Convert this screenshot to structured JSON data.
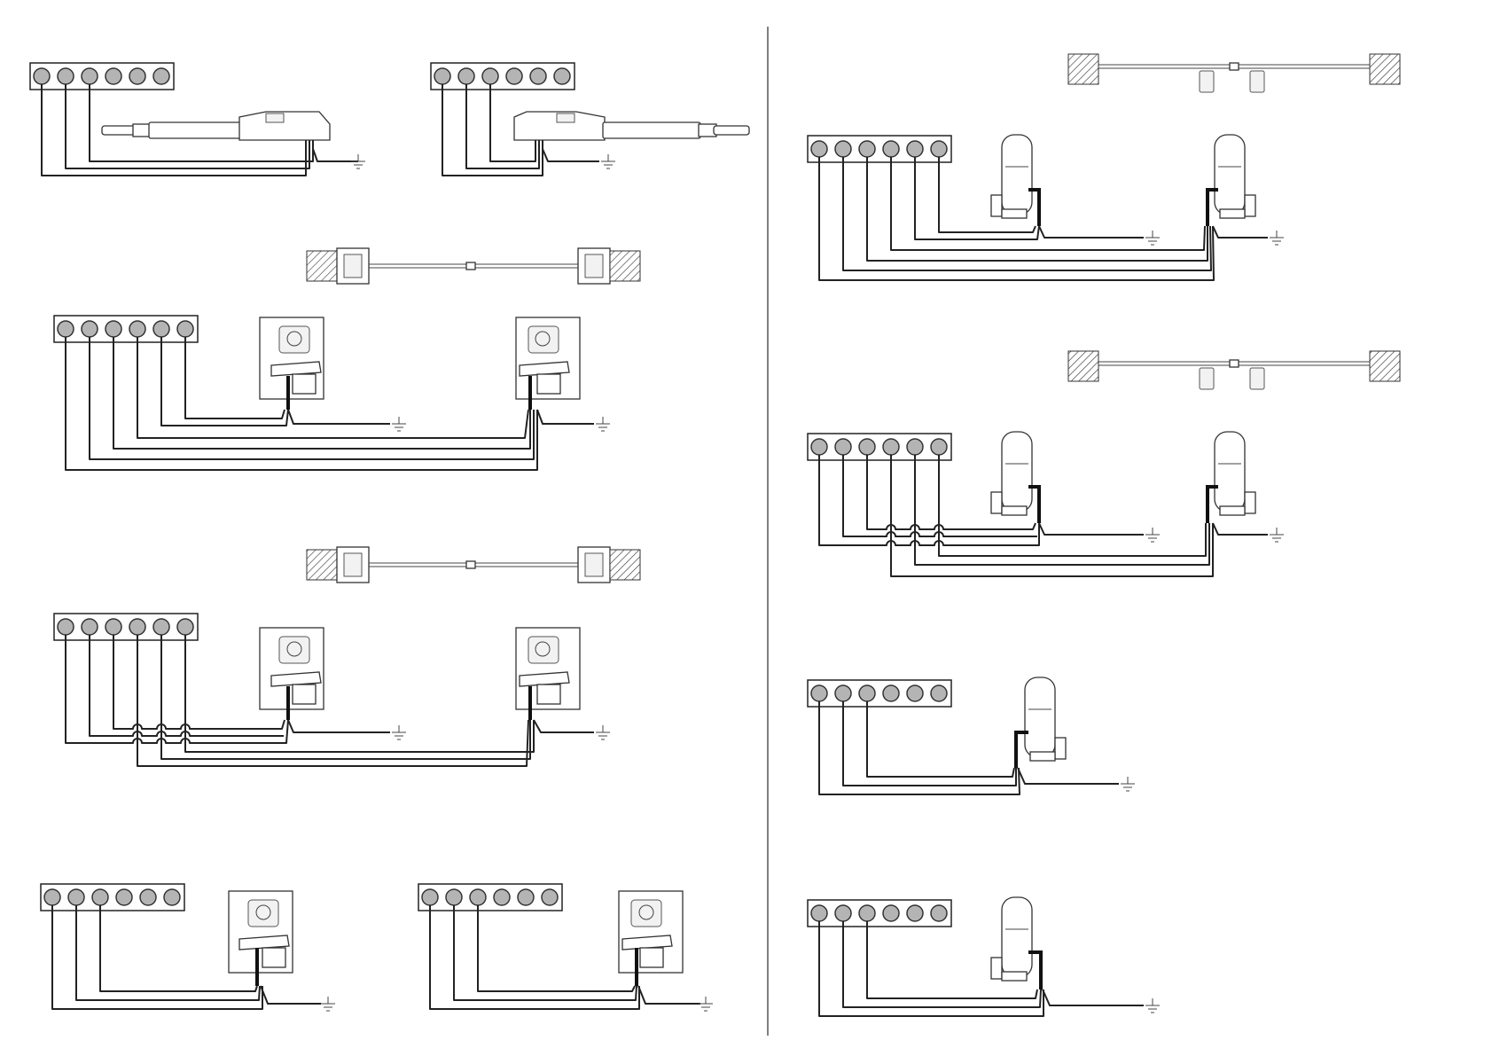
{
  "page": {
    "background": "#ffffff",
    "line_color": "#222222",
    "terminal_fill": "#b4b4b4",
    "has_center_divider": true
  },
  "legend_icons": [
    "ground-symbol-icon",
    "terminal-block-icon",
    "linear-actuator-icon",
    "underground-motor-icon",
    "articulated-arm-operator-icon",
    "gate-pillar-icon"
  ],
  "diagrams": [
    {
      "id": "a",
      "column": "left",
      "terminals": 6,
      "motors": 1,
      "motor_type": "linear-actuator",
      "crossovers": false
    },
    {
      "id": "b",
      "column": "left",
      "terminals": 6,
      "motors": 1,
      "motor_type": "linear-actuator",
      "crossovers": false
    },
    {
      "id": "c",
      "column": "left",
      "terminals": 6,
      "motors": 2,
      "motor_type": "underground",
      "crossovers": false
    },
    {
      "id": "d",
      "column": "left",
      "terminals": 6,
      "motors": 2,
      "motor_type": "underground",
      "crossovers": true
    },
    {
      "id": "e",
      "column": "left",
      "terminals": 6,
      "motors": 1,
      "motor_type": "underground",
      "crossovers": false
    },
    {
      "id": "f",
      "column": "left",
      "terminals": 6,
      "motors": 1,
      "motor_type": "underground",
      "crossovers": false
    },
    {
      "id": "g",
      "column": "right",
      "terminals": 6,
      "motors": 2,
      "motor_type": "articulated-arm",
      "crossovers": false
    },
    {
      "id": "h",
      "column": "right",
      "terminals": 6,
      "motors": 2,
      "motor_type": "articulated-arm",
      "crossovers": true
    },
    {
      "id": "i",
      "column": "right",
      "terminals": 6,
      "motors": 1,
      "motor_type": "articulated-arm",
      "crossovers": false
    },
    {
      "id": "j",
      "column": "right",
      "terminals": 6,
      "motors": 1,
      "motor_type": "articulated-arm",
      "crossovers": false
    }
  ]
}
